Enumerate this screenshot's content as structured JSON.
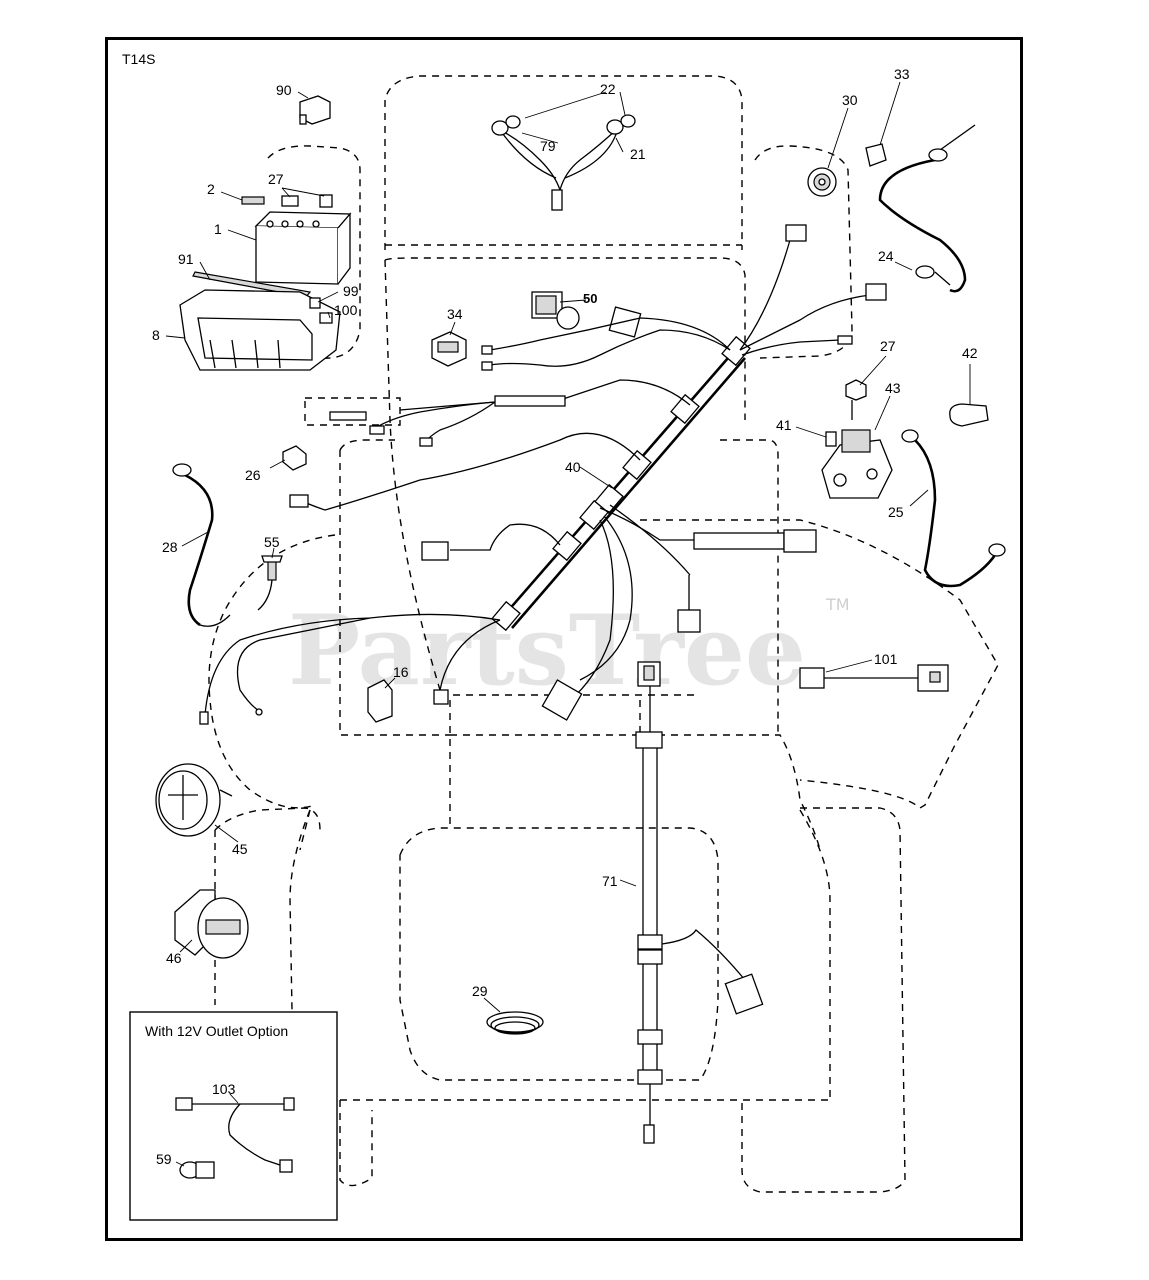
{
  "diagram": {
    "code": "T14S",
    "watermark": "PartsTree",
    "trademark": "TM",
    "option_box_title": "With 12V Outlet Option"
  },
  "callouts": [
    {
      "id": "c90",
      "text": "90"
    },
    {
      "id": "c22",
      "text": "22"
    },
    {
      "id": "c79",
      "text": "79"
    },
    {
      "id": "c21",
      "text": "21"
    },
    {
      "id": "c30",
      "text": "30"
    },
    {
      "id": "c33",
      "text": "33"
    },
    {
      "id": "c2",
      "text": "2"
    },
    {
      "id": "c27a",
      "text": "27"
    },
    {
      "id": "c1",
      "text": "1"
    },
    {
      "id": "c91",
      "text": "91"
    },
    {
      "id": "c99",
      "text": "99"
    },
    {
      "id": "c100",
      "text": "100"
    },
    {
      "id": "c8",
      "text": "8"
    },
    {
      "id": "c50",
      "text": "50"
    },
    {
      "id": "c34",
      "text": "34"
    },
    {
      "id": "c24",
      "text": "24"
    },
    {
      "id": "c27b",
      "text": "27"
    },
    {
      "id": "c42",
      "text": "42"
    },
    {
      "id": "c43",
      "text": "43"
    },
    {
      "id": "c41",
      "text": "41"
    },
    {
      "id": "c26",
      "text": "26"
    },
    {
      "id": "c40",
      "text": "40"
    },
    {
      "id": "c25",
      "text": "25"
    },
    {
      "id": "c28",
      "text": "28"
    },
    {
      "id": "c55",
      "text": "55"
    },
    {
      "id": "c101",
      "text": "101"
    },
    {
      "id": "c16",
      "text": "16"
    },
    {
      "id": "c45",
      "text": "45"
    },
    {
      "id": "c71",
      "text": "71"
    },
    {
      "id": "c46",
      "text": "46"
    },
    {
      "id": "c29",
      "text": "29"
    },
    {
      "id": "c103",
      "text": "103"
    },
    {
      "id": "c59",
      "text": "59"
    }
  ]
}
